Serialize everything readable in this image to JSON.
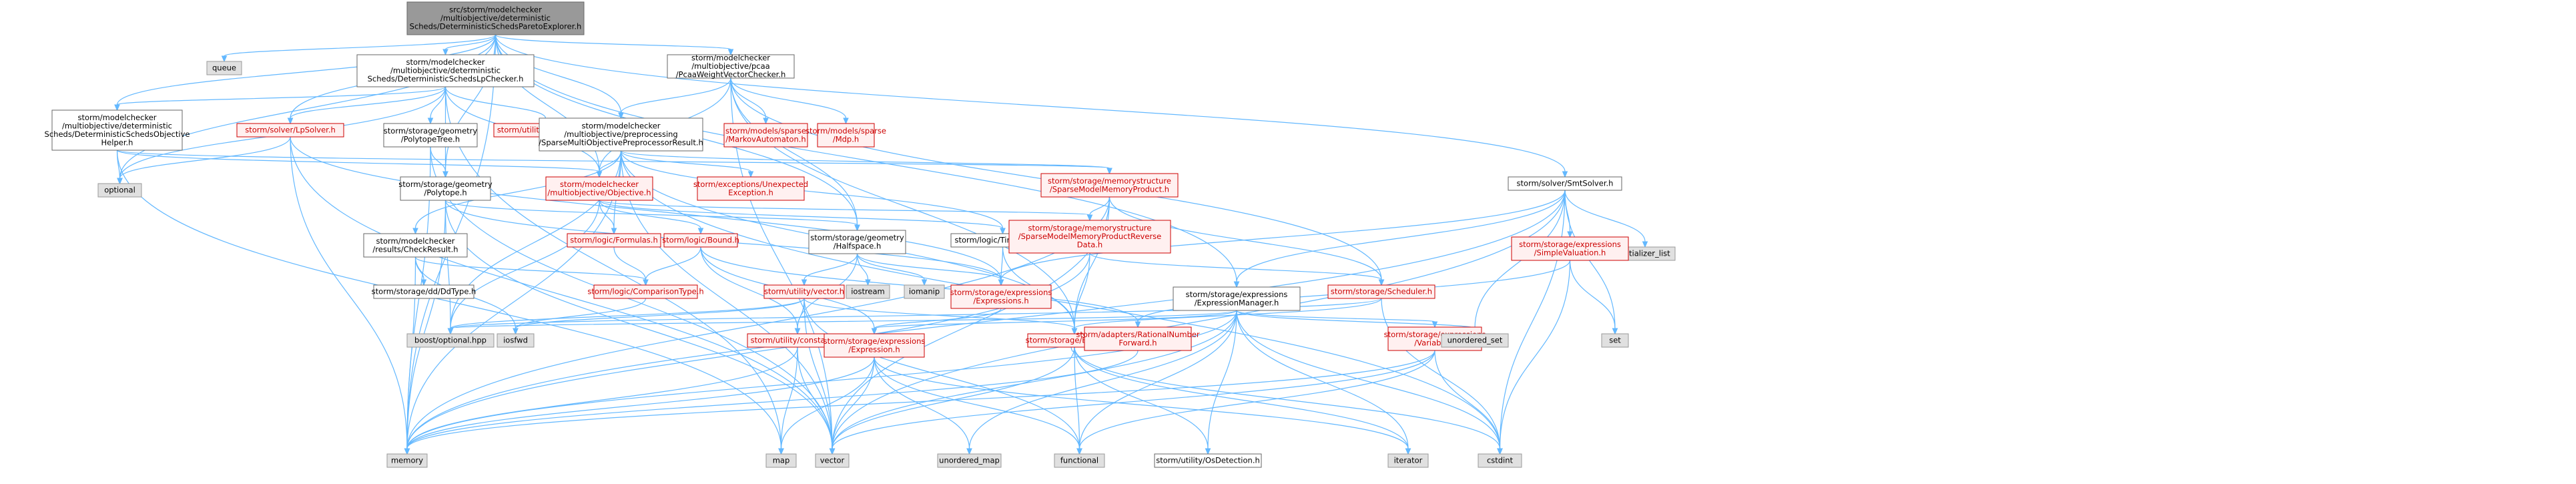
{
  "diagram": {
    "kind": "include-dependency-graph",
    "colors": {
      "root_fill": "#999999",
      "root_stroke": "#666666",
      "local_fill": "#ffffff",
      "local_stroke": "#666666",
      "external_fill": "#e0e0e0",
      "external_stroke": "#999999",
      "missing_fill": "#fff0f0",
      "missing_stroke": "#cc0000",
      "missing_text": "#cc0000",
      "edge": "#63b8ff",
      "text": "#000000"
    },
    "nodes": [
      {
        "id": "root",
        "style": "root",
        "lines": [
          "src/storm/modelchecker",
          "/multiobjective/deterministic",
          "Scheds/DeterministicSchedsParetoExplorer.h"
        ]
      },
      {
        "id": "queue",
        "style": "external",
        "lines": [
          "queue"
        ]
      },
      {
        "id": "lpchecker",
        "style": "local",
        "lines": [
          "storm/modelchecker",
          "/multiobjective/deterministic",
          "Scheds/DeterministicSchedsLpChecker.h"
        ]
      },
      {
        "id": "pcaa",
        "style": "local",
        "lines": [
          "storm/modelchecker",
          "/multiobjective/pcaa",
          "/PcaaWeightVectorChecker.h"
        ]
      },
      {
        "id": "smtsolver",
        "style": "local",
        "lines": [
          "storm/solver/SmtSolver.h"
        ]
      },
      {
        "id": "objhelper",
        "style": "local",
        "lines": [
          "storm/modelchecker",
          "/multiobjective/deterministic",
          "Scheds/DeterministicSchedsObjective",
          "Helper.h"
        ]
      },
      {
        "id": "lpsolver",
        "style": "missing",
        "lines": [
          "storm/solver/LpSolver.h"
        ]
      },
      {
        "id": "polytopetree",
        "style": "local",
        "lines": [
          "storm/storage/geometry",
          "/PolytopeTree.h"
        ]
      },
      {
        "id": "stopwatch",
        "style": "missing",
        "lines": [
          "storm/utility/Stopwatch.h"
        ]
      },
      {
        "id": "preproc",
        "style": "local",
        "lines": [
          "storm/modelchecker",
          "/multiobjective/preprocessing",
          "/SparseMultiObjectivePreprocessorResult.h"
        ]
      },
      {
        "id": "markovautomaton",
        "style": "missing",
        "lines": [
          "storm/models/sparse",
          "/MarkovAutomaton.h"
        ]
      },
      {
        "id": "mdp",
        "style": "missing",
        "lines": [
          "storm/models/sparse",
          "/Mdp.h"
        ]
      },
      {
        "id": "optional",
        "style": "external",
        "lines": [
          "optional"
        ]
      },
      {
        "id": "polytope",
        "style": "local",
        "lines": [
          "storm/storage/geometry",
          "/Polytope.h"
        ]
      },
      {
        "id": "objective",
        "style": "missing",
        "lines": [
          "storm/modelchecker",
          "/multiobjective/Objective.h"
        ]
      },
      {
        "id": "unexpected",
        "style": "missing",
        "lines": [
          "storm/exceptions/Unexpected",
          "Exception.h"
        ]
      },
      {
        "id": "memproduct",
        "style": "missing",
        "lines": [
          "storm/storage/memorystructure",
          "/SparseModelMemoryProduct.h"
        ]
      },
      {
        "id": "initlist",
        "style": "external",
        "lines": [
          "initializer_list"
        ]
      },
      {
        "id": "checkresult",
        "style": "local",
        "lines": [
          "storm/modelchecker",
          "/results/CheckResult.h"
        ]
      },
      {
        "id": "formulas",
        "style": "missing",
        "lines": [
          "storm/logic/Formulas.h"
        ]
      },
      {
        "id": "bound",
        "style": "missing",
        "lines": [
          "storm/logic/Bound.h"
        ]
      },
      {
        "id": "halfspace",
        "style": "local",
        "lines": [
          "storm/storage/geometry",
          "/Halfspace.h"
        ]
      },
      {
        "id": "timebound",
        "style": "local",
        "lines": [
          "storm/logic/TimeBound.h"
        ]
      },
      {
        "id": "memreverse",
        "style": "missing",
        "lines": [
          "storm/storage/memorystructure",
          "/SparseModelMemoryProductReverse",
          "Data.h"
        ]
      },
      {
        "id": "simplevaluation",
        "style": "missing",
        "lines": [
          "storm/storage/expressions",
          "/SimpleValuation.h"
        ]
      },
      {
        "id": "ddtype",
        "style": "local",
        "lines": [
          "storm/storage/dd/DdType.h"
        ]
      },
      {
        "id": "comparisontype",
        "style": "missing",
        "lines": [
          "storm/logic/ComparisonType.h"
        ]
      },
      {
        "id": "vectorh",
        "style": "missing",
        "lines": [
          "storm/utility/vector.h"
        ]
      },
      {
        "id": "iostream",
        "style": "external",
        "lines": [
          "iostream"
        ]
      },
      {
        "id": "iomanip",
        "style": "external",
        "lines": [
          "iomanip"
        ]
      },
      {
        "id": "expressions",
        "style": "missing",
        "lines": [
          "storm/storage/expressions",
          "/Expressions.h"
        ]
      },
      {
        "id": "exprmanager",
        "style": "local",
        "lines": [
          "storm/storage/expressions",
          "/ExpressionManager.h"
        ]
      },
      {
        "id": "scheduler",
        "style": "missing",
        "lines": [
          "storm/storage/Scheduler.h"
        ]
      },
      {
        "id": "boostoptional",
        "style": "external",
        "lines": [
          "boost/optional.hpp"
        ]
      },
      {
        "id": "iosfwd",
        "style": "external",
        "lines": [
          "iosfwd"
        ]
      },
      {
        "id": "constants",
        "style": "missing",
        "lines": [
          "storm/utility/constants.h"
        ]
      },
      {
        "id": "expression",
        "style": "missing",
        "lines": [
          "storm/storage/expressions",
          "/Expression.h"
        ]
      },
      {
        "id": "bitvector",
        "style": "missing",
        "lines": [
          "storm/storage/BitVector.h"
        ]
      },
      {
        "id": "ratfwd",
        "style": "missing",
        "lines": [
          "storm/adapters/RationalNumber",
          "Forward.h"
        ]
      },
      {
        "id": "variable",
        "style": "missing",
        "lines": [
          "storm/storage/expressions",
          "/Variable.h"
        ]
      },
      {
        "id": "unordered_set",
        "style": "external",
        "lines": [
          "unordered_set"
        ]
      },
      {
        "id": "set",
        "style": "external",
        "lines": [
          "set"
        ]
      },
      {
        "id": "memory",
        "style": "external",
        "lines": [
          "memory"
        ]
      },
      {
        "id": "map",
        "style": "external",
        "lines": [
          "map"
        ]
      },
      {
        "id": "vector",
        "style": "external",
        "lines": [
          "vector"
        ]
      },
      {
        "id": "unordered_map",
        "style": "external",
        "lines": [
          "unordered_map"
        ]
      },
      {
        "id": "functional",
        "style": "external",
        "lines": [
          "functional"
        ]
      },
      {
        "id": "osdetection",
        "style": "local",
        "lines": [
          "storm/utility/OsDetection.h"
        ]
      },
      {
        "id": "iterator",
        "style": "external",
        "lines": [
          "iterator"
        ]
      },
      {
        "id": "cstdint",
        "style": "external",
        "lines": [
          "cstdint"
        ]
      }
    ],
    "edges": [
      [
        "root",
        "queue"
      ],
      [
        "root",
        "lpchecker"
      ],
      [
        "root",
        "pcaa"
      ],
      [
        "root",
        "smtsolver"
      ],
      [
        "root",
        "objhelper"
      ],
      [
        "root",
        "lpsolver"
      ],
      [
        "root",
        "preproc"
      ],
      [
        "root",
        "optional"
      ],
      [
        "root",
        "polytope"
      ],
      [
        "root",
        "memory"
      ],
      [
        "root",
        "halfspace"
      ],
      [
        "root",
        "exprmanager"
      ],
      [
        "root",
        "objective"
      ],
      [
        "lpchecker",
        "objhelper"
      ],
      [
        "lpchecker",
        "lpsolver"
      ],
      [
        "lpchecker",
        "polytopetree"
      ],
      [
        "lpchecker",
        "stopwatch"
      ],
      [
        "lpchecker",
        "objective"
      ],
      [
        "lpchecker",
        "optional"
      ],
      [
        "lpchecker",
        "polytope"
      ],
      [
        "lpchecker",
        "map"
      ],
      [
        "pcaa",
        "preproc"
      ],
      [
        "pcaa",
        "markovautomaton"
      ],
      [
        "pcaa",
        "mdp"
      ],
      [
        "pcaa",
        "objective"
      ],
      [
        "pcaa",
        "scheduler"
      ],
      [
        "pcaa",
        "bitvector"
      ],
      [
        "pcaa",
        "vector"
      ],
      [
        "pcaa",
        "halfspace"
      ],
      [
        "smtsolver",
        "exprmanager"
      ],
      [
        "smtsolver",
        "simplevaluation"
      ],
      [
        "smtsolver",
        "expressions"
      ],
      [
        "smtsolver",
        "initlist"
      ],
      [
        "smtsolver",
        "unordered_set"
      ],
      [
        "smtsolver",
        "set"
      ],
      [
        "smtsolver",
        "cstdint"
      ],
      [
        "smtsolver",
        "vector"
      ],
      [
        "smtsolver",
        "memory"
      ],
      [
        "objhelper",
        "optional"
      ],
      [
        "objhelper",
        "objective"
      ],
      [
        "objhelper",
        "map"
      ],
      [
        "objhelper",
        "memproduct"
      ],
      [
        "lpsolver",
        "optional"
      ],
      [
        "lpsolver",
        "memory"
      ],
      [
        "lpsolver",
        "vector"
      ],
      [
        "lpsolver",
        "expressions"
      ],
      [
        "polytopetree",
        "polytope"
      ],
      [
        "polytopetree",
        "memory"
      ],
      [
        "polytopetree",
        "vector"
      ],
      [
        "preproc",
        "objective"
      ],
      [
        "preproc",
        "unexpected"
      ],
      [
        "preproc",
        "memproduct"
      ],
      [
        "preproc",
        "checkresult"
      ],
      [
        "preproc",
        "formulas"
      ],
      [
        "preproc",
        "bitvector"
      ],
      [
        "preproc",
        "boostoptional"
      ],
      [
        "preproc",
        "memory"
      ],
      [
        "preproc",
        "vector"
      ],
      [
        "preproc",
        "cstdint"
      ],
      [
        "preproc",
        "timebound"
      ],
      [
        "polytope",
        "halfspace"
      ],
      [
        "polytope",
        "memory"
      ],
      [
        "polytope",
        "vector"
      ],
      [
        "polytope",
        "boostoptional"
      ],
      [
        "polytope",
        "expressions"
      ],
      [
        "objective",
        "formulas"
      ],
      [
        "objective",
        "bound"
      ],
      [
        "objective",
        "timebound"
      ],
      [
        "objective",
        "boostoptional"
      ],
      [
        "objective",
        "memreverse"
      ],
      [
        "memproduct",
        "memreverse"
      ],
      [
        "memproduct",
        "scheduler"
      ],
      [
        "memproduct",
        "bitvector"
      ],
      [
        "memproduct",
        "memory"
      ],
      [
        "memproduct",
        "vector"
      ],
      [
        "checkresult",
        "ddtype"
      ],
      [
        "checkresult",
        "comparisontype"
      ],
      [
        "checkresult",
        "iosfwd"
      ],
      [
        "checkresult",
        "memory"
      ],
      [
        "formulas",
        "comparisontype"
      ],
      [
        "bound",
        "comparisontype"
      ],
      [
        "bound",
        "constants"
      ],
      [
        "bound",
        "ratfwd"
      ],
      [
        "bound",
        "expression"
      ],
      [
        "halfspace",
        "vectorh"
      ],
      [
        "halfspace",
        "iostream"
      ],
      [
        "halfspace",
        "iomanip"
      ],
      [
        "halfspace",
        "expressions"
      ],
      [
        "halfspace",
        "constants"
      ],
      [
        "timebound",
        "bitvector"
      ],
      [
        "timebound",
        "expressions"
      ],
      [
        "memreverse",
        "scheduler"
      ],
      [
        "memreverse",
        "bitvector"
      ],
      [
        "memreverse",
        "memory"
      ],
      [
        "simplevaluation",
        "ratfwd"
      ],
      [
        "simplevaluation",
        "set"
      ],
      [
        "simplevaluation",
        "cstdint"
      ],
      [
        "comparisontype",
        "iosfwd"
      ],
      [
        "vectorh",
        "boostoptional"
      ],
      [
        "vectorh",
        "iosfwd"
      ],
      [
        "vectorh",
        "constants"
      ],
      [
        "vectorh",
        "bitvector"
      ],
      [
        "vectorh",
        "functional"
      ],
      [
        "vectorh",
        "vector"
      ],
      [
        "expressions",
        "expression"
      ],
      [
        "exprmanager",
        "expression"
      ],
      [
        "exprmanager",
        "variable"
      ],
      [
        "exprmanager",
        "unordered_map"
      ],
      [
        "exprmanager",
        "unordered_set"
      ],
      [
        "exprmanager",
        "iterator"
      ],
      [
        "exprmanager",
        "memory"
      ],
      [
        "exprmanager",
        "vector"
      ],
      [
        "exprmanager",
        "cstdint"
      ],
      [
        "exprmanager",
        "functional"
      ],
      [
        "exprmanager",
        "boostoptional"
      ],
      [
        "exprmanager",
        "osdetection"
      ],
      [
        "scheduler",
        "bitvector"
      ],
      [
        "scheduler",
        "cstdint"
      ],
      [
        "scheduler",
        "boostoptional"
      ],
      [
        "constants",
        "map"
      ],
      [
        "constants",
        "vector"
      ],
      [
        "constants",
        "memory"
      ],
      [
        "expression",
        "memory"
      ],
      [
        "expression",
        "map"
      ],
      [
        "expression",
        "unordered_map"
      ],
      [
        "expression",
        "functional"
      ],
      [
        "expression",
        "vector"
      ],
      [
        "expression",
        "iterator"
      ],
      [
        "bitvector",
        "functional"
      ],
      [
        "bitvector",
        "iterator"
      ],
      [
        "bitvector",
        "osdetection"
      ],
      [
        "bitvector",
        "cstdint"
      ],
      [
        "bitvector",
        "vector"
      ],
      [
        "bitvector",
        "ratfwd"
      ],
      [
        "ratfwd",
        "memory"
      ],
      [
        "variable",
        "memory"
      ],
      [
        "variable",
        "cstdint"
      ],
      [
        "variable",
        "functional"
      ],
      [
        "variable",
        "vector"
      ]
    ]
  }
}
